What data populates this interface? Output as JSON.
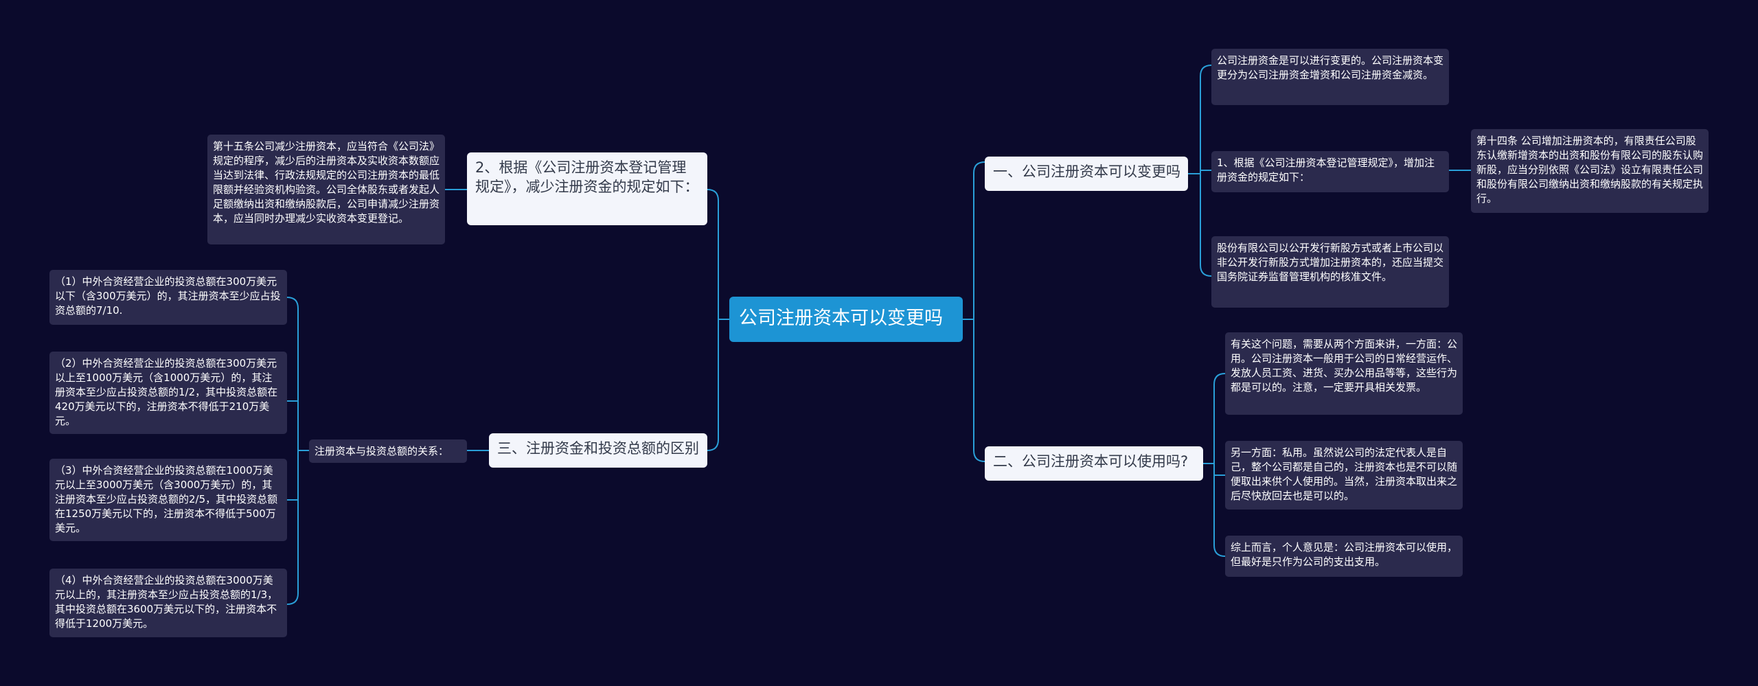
{
  "root": {
    "label": "公司注册资本可以变更吗"
  },
  "right": {
    "branch1": {
      "label": "一、公司注册资本可以变更吗",
      "leaf1": "公司注册资金是可以进行变更的。公司注册资本变更分为公司注册资金增资和公司注册资金减资。",
      "leaf2": "1、根据《公司注册资本登记管理规定》，增加注册资金的规定如下：",
      "leaf2_detail": "第十四条 公司增加注册资本的，有限责任公司股东认缴新增资本的出资和股份有限公司的股东认购新股，应当分别依照《公司法》设立有限责任公司和股份有限公司缴纳出资和缴纳股款的有关规定执行。",
      "leaf3": "股份有限公司以公开发行新股方式或者上市公司以非公开发行新股方式增加注册资本的，还应当提交国务院证券监督管理机构的核准文件。"
    },
    "branch2": {
      "label": "二、公司注册资本可以使用吗?",
      "leaf1": "有关这个问题，需要从两个方面来讲，一方面：公用。公司注册资本一般用于公司的日常经营运作、发放人员工资、进货、买办公用品等等，这些行为都是可以的。注意，一定要开具相关发票。",
      "leaf2": "另一方面：私用。虽然说公司的法定代表人是自己，整个公司都是自己的，注册资本也是不可以随便取出来供个人使用的。当然，注册资本取出来之后尽快放回去也是可以的。",
      "leaf3": "综上而言，个人意见是：公司注册资本可以使用，但最好是只作为公司的支出支用。"
    }
  },
  "left": {
    "branch1": {
      "label": "2、根据《公司注册资本登记管理规定》，减少注册资金的规定如下：",
      "leaf": "第十五条公司减少注册资本，应当符合《公司法》规定的程序，减少后的注册资本及实收资本数额应当达到法律、行政法规规定的公司注册资本的最低限额并经验资机构验资。公司全体股东或者发起人足额缴纳出资和缴纳股款后，公司申请减少注册资本，应当同时办理减少实收资本变更登记。"
    },
    "branch2": {
      "label": "三、注册资金和投资总额的区别",
      "sub": "注册资本与投资总额的关系：",
      "leaf1": "（1）中外合资经营企业的投资总额在300万美元以下（含300万美元）的，其注册资本至少应占投资总额的7/10.",
      "leaf2": "（2）中外合资经营企业的投资总额在300万美元以上至1000万美元（含1000万美元）的，其注册资本至少应占投资总额的1/2，其中投资总额在420万美元以下的，注册资本不得低于210万美元。",
      "leaf3": "（3）中外合资经营企业的投资总额在1000万美元以上至3000万美元（含3000万美元）的，其注册资本至少应占投资总额的2/5，其中投资总额在1250万美元以下的，注册资本不得低于500万美元。",
      "leaf4": "（4）中外合资经营企业的投资总额在3000万美元以上的，其注册资本至少应占投资总额的1/3，其中投资总额在3600万美元以下的，注册资本不得低于1200万美元。"
    }
  }
}
